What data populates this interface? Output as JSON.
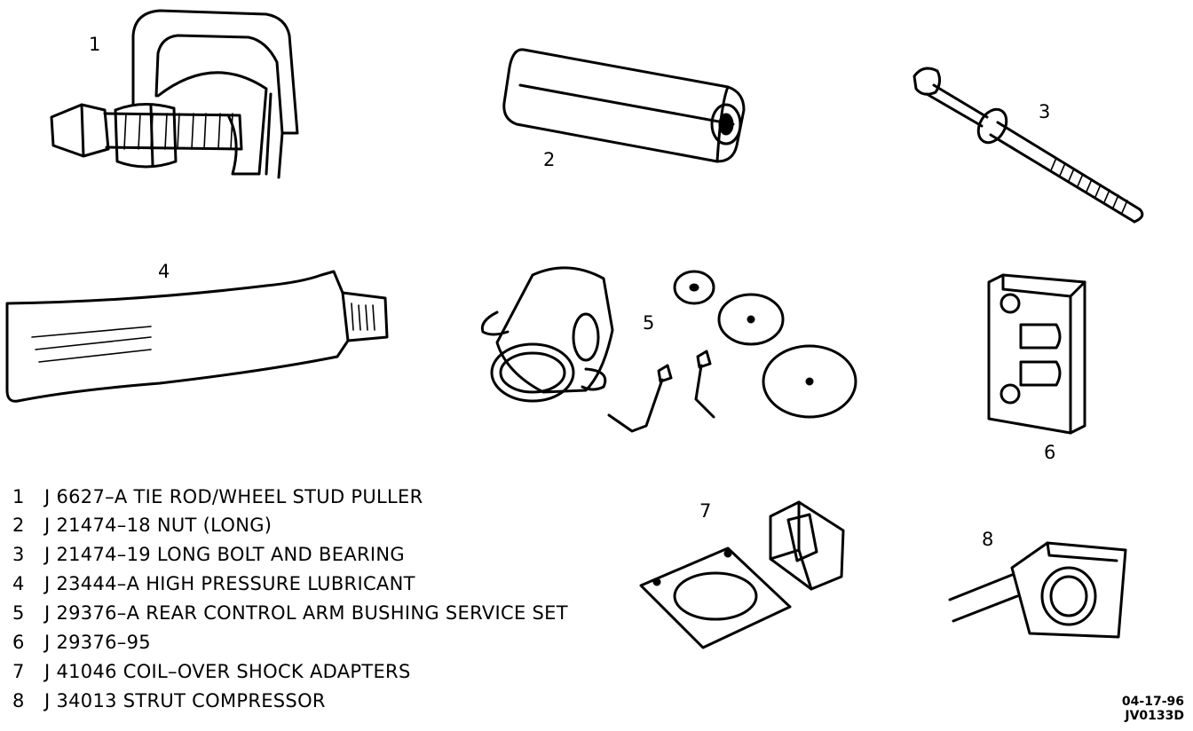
{
  "figure": {
    "callouts": [
      "1",
      "2",
      "3",
      "4",
      "5",
      "6",
      "7",
      "8"
    ],
    "legend": [
      {
        "num": "1",
        "text": "J 6627–A TIE ROD/WHEEL STUD PULLER"
      },
      {
        "num": "2",
        "text": "J 21474–18 NUT (LONG)"
      },
      {
        "num": "3",
        "text": "J 21474–19 LONG BOLT AND BEARING"
      },
      {
        "num": "4",
        "text": "J 23444–A HIGH PRESSURE LUBRICANT"
      },
      {
        "num": "5",
        "text": "J 29376–A REAR CONTROL ARM BUSHING SERVICE SET"
      },
      {
        "num": "6",
        "text": "J 29376–95"
      },
      {
        "num": "7",
        "text": "J 41046 COIL–OVER SHOCK ADAPTERS"
      },
      {
        "num": "8",
        "text": "J 34013 STRUT COMPRESSOR"
      }
    ],
    "date_code": "04-17-96",
    "figure_code": "JV0133D"
  }
}
